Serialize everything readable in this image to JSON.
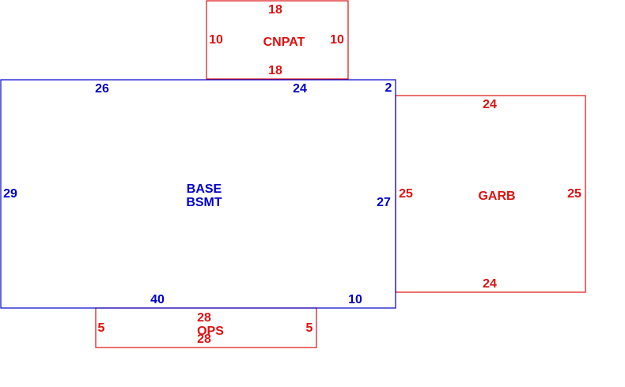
{
  "colors": {
    "main": "#0000c8",
    "addition": "#dd1111"
  },
  "areas": [
    {
      "id": "cnpat",
      "color": "addition",
      "label_lines": [
        "CNPAT"
      ],
      "dims": {
        "top": "18",
        "left": "10",
        "right": "10",
        "bottom": "18"
      }
    },
    {
      "id": "base",
      "color": "main",
      "label_lines": [
        "BASE",
        "BSMT"
      ],
      "dims": {
        "top_left": "26",
        "top_mid": "24",
        "top_right": "2",
        "left": "29",
        "right": "27",
        "bottom_left": "40",
        "bottom_right": "10"
      }
    },
    {
      "id": "garb",
      "color": "addition",
      "label_lines": [
        "GARB"
      ],
      "dims": {
        "top": "24",
        "left": "25",
        "right": "25",
        "bottom": "24"
      }
    },
    {
      "id": "ops",
      "color": "addition",
      "label_lines": [
        "OPS"
      ],
      "dims": {
        "top": "28",
        "left": "5",
        "right": "5",
        "bottom": "28"
      }
    }
  ]
}
